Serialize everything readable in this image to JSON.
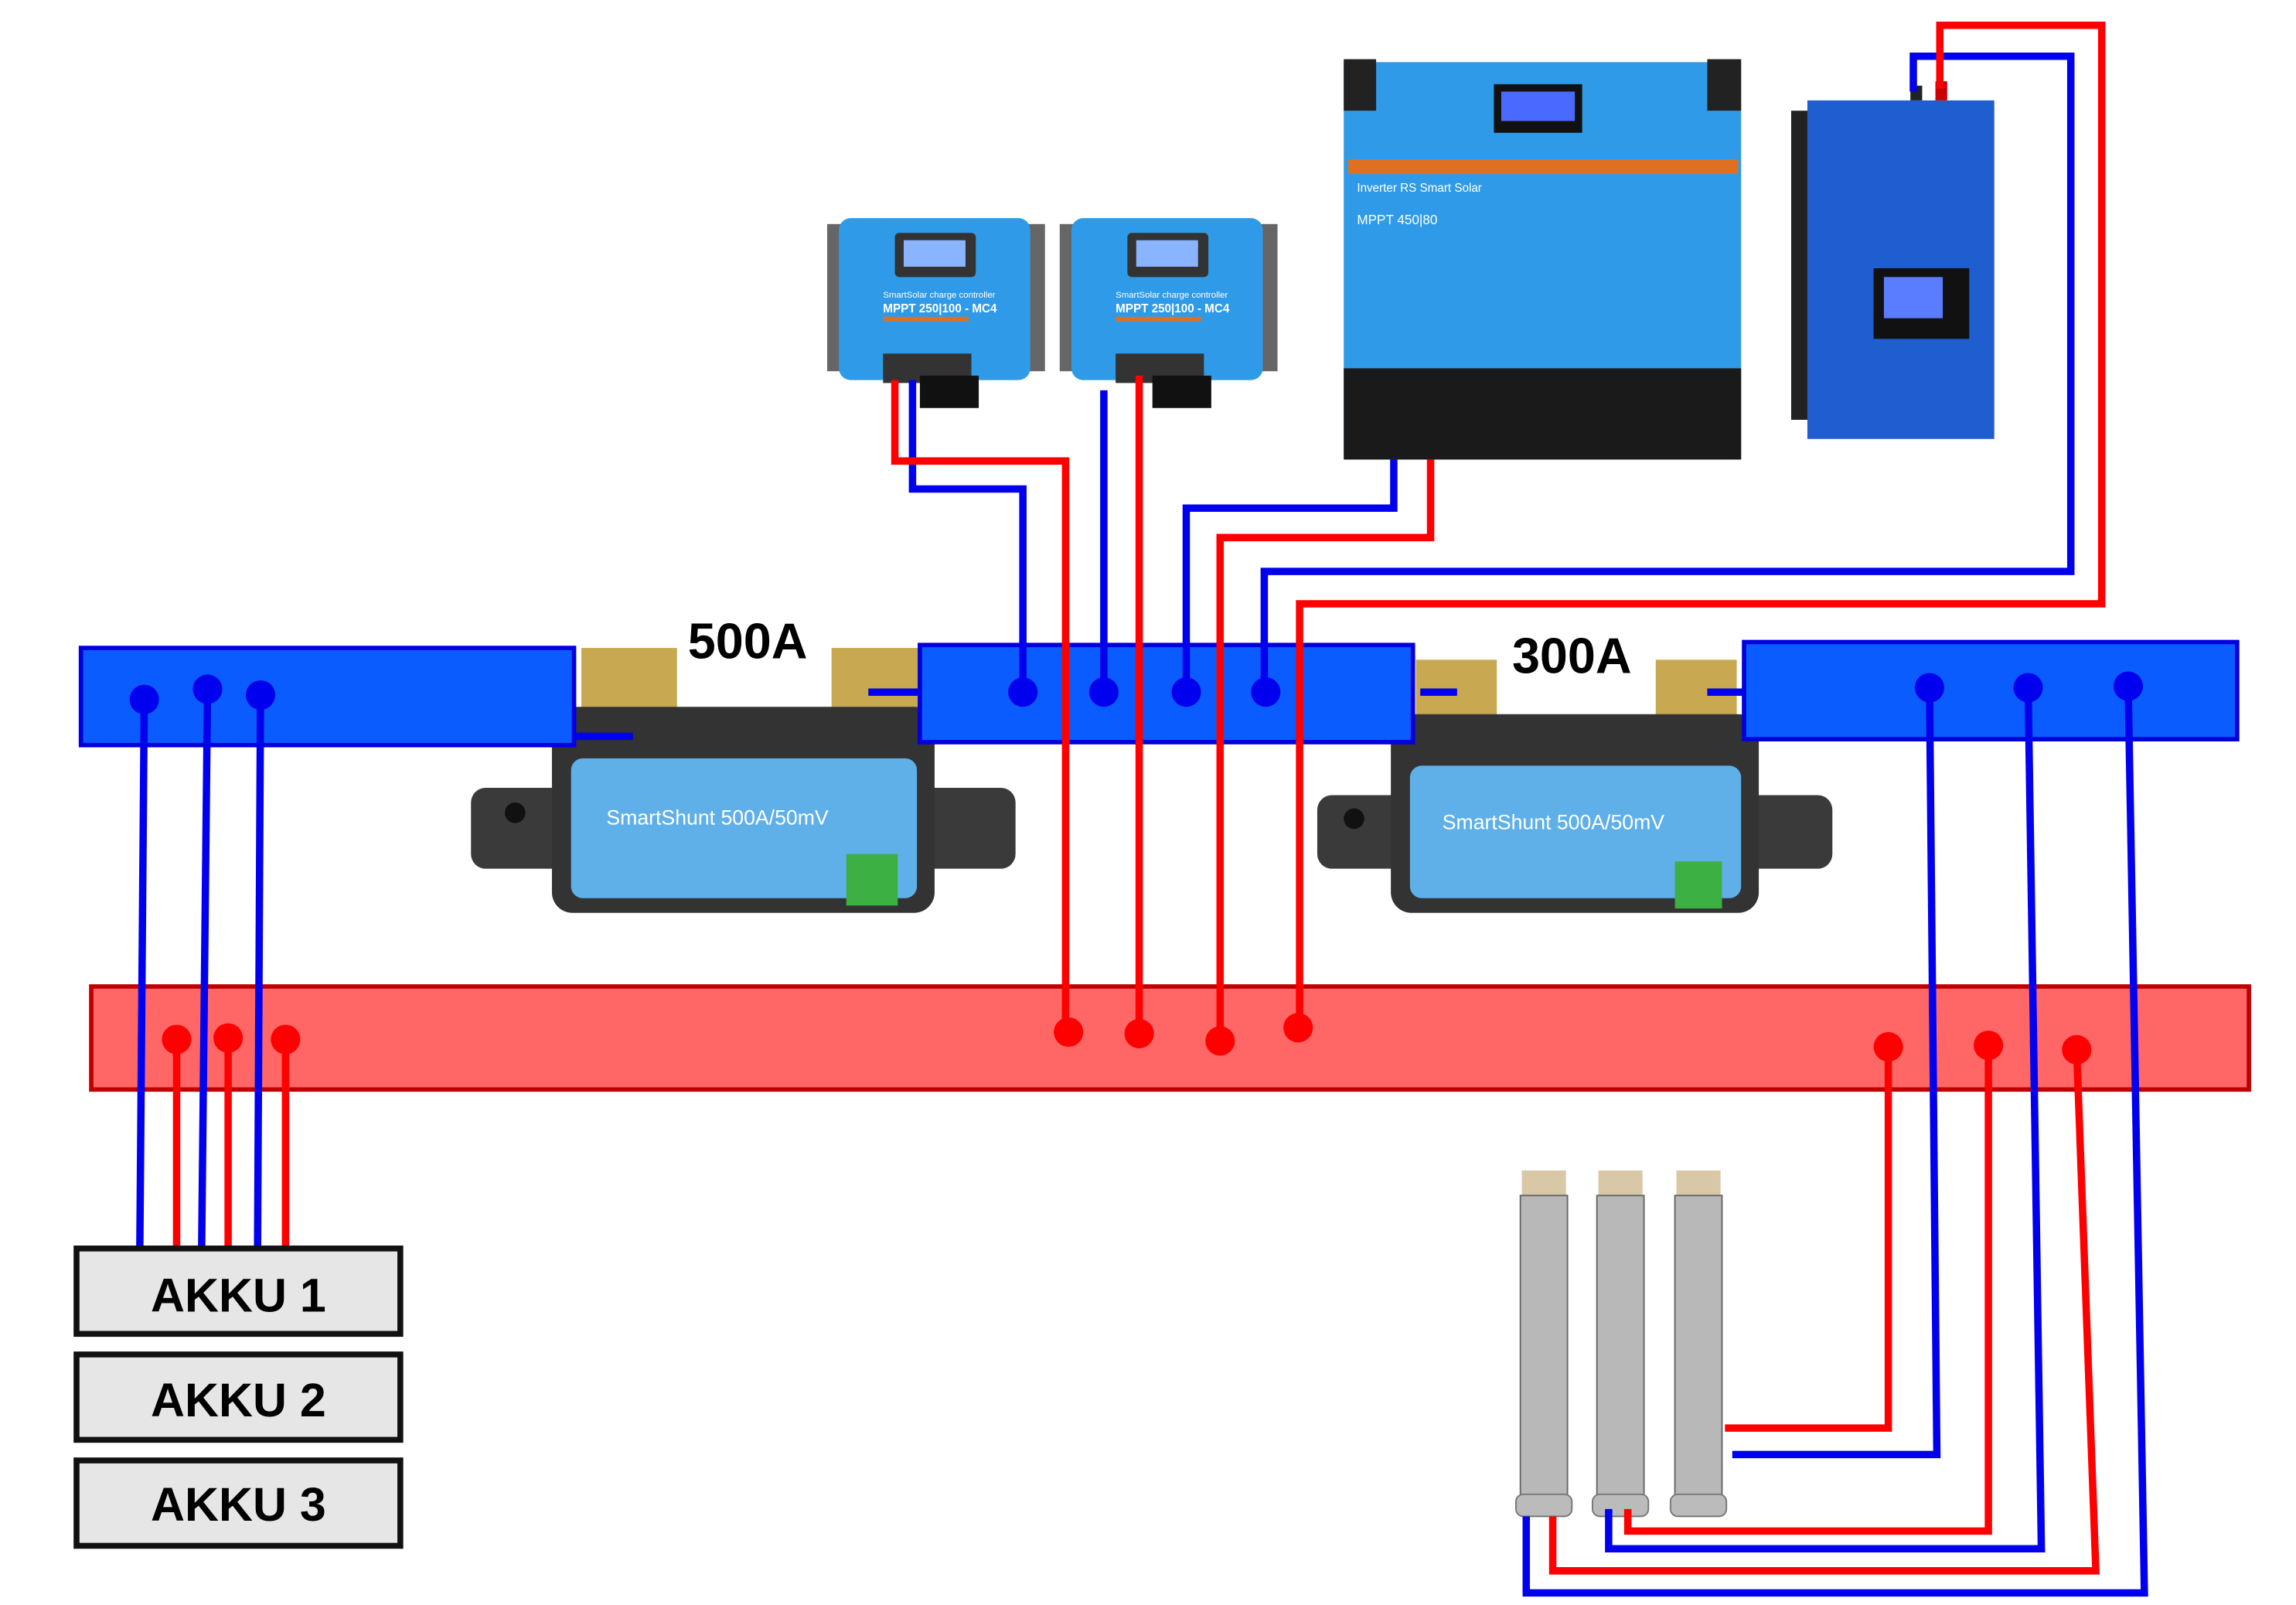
{
  "colors": {
    "negative": "#0000ee",
    "positive": "#ff0000",
    "bus_negative": "#0a5cff",
    "bus_positive": "#ff6666",
    "device_blue": "#2f9be8"
  },
  "shunts": [
    {
      "rating_label": "500A",
      "device_text": "SmartShunt 500A/50mV"
    },
    {
      "rating_label": "300A",
      "device_text": "SmartShunt 500A/50mV"
    }
  ],
  "batteries": [
    {
      "label": "AKKU 1"
    },
    {
      "label": "AKKU 2"
    },
    {
      "label": "AKKU 3"
    }
  ],
  "charge_controllers": [
    {
      "line1": "SmartSolar charge controller",
      "line2": "MPPT 250|100 - MC4"
    },
    {
      "line1": "SmartSolar charge controller",
      "line2": "MPPT 250|100 - MC4"
    }
  ],
  "inverter": {
    "line1": "Inverter RS Smart Solar",
    "line2": "MPPT 450|80"
  },
  "grid_inverter": {
    "icon": "grid-tie-inverter"
  },
  "heating_elements": {
    "count": 3,
    "icon": "heating-rod"
  }
}
